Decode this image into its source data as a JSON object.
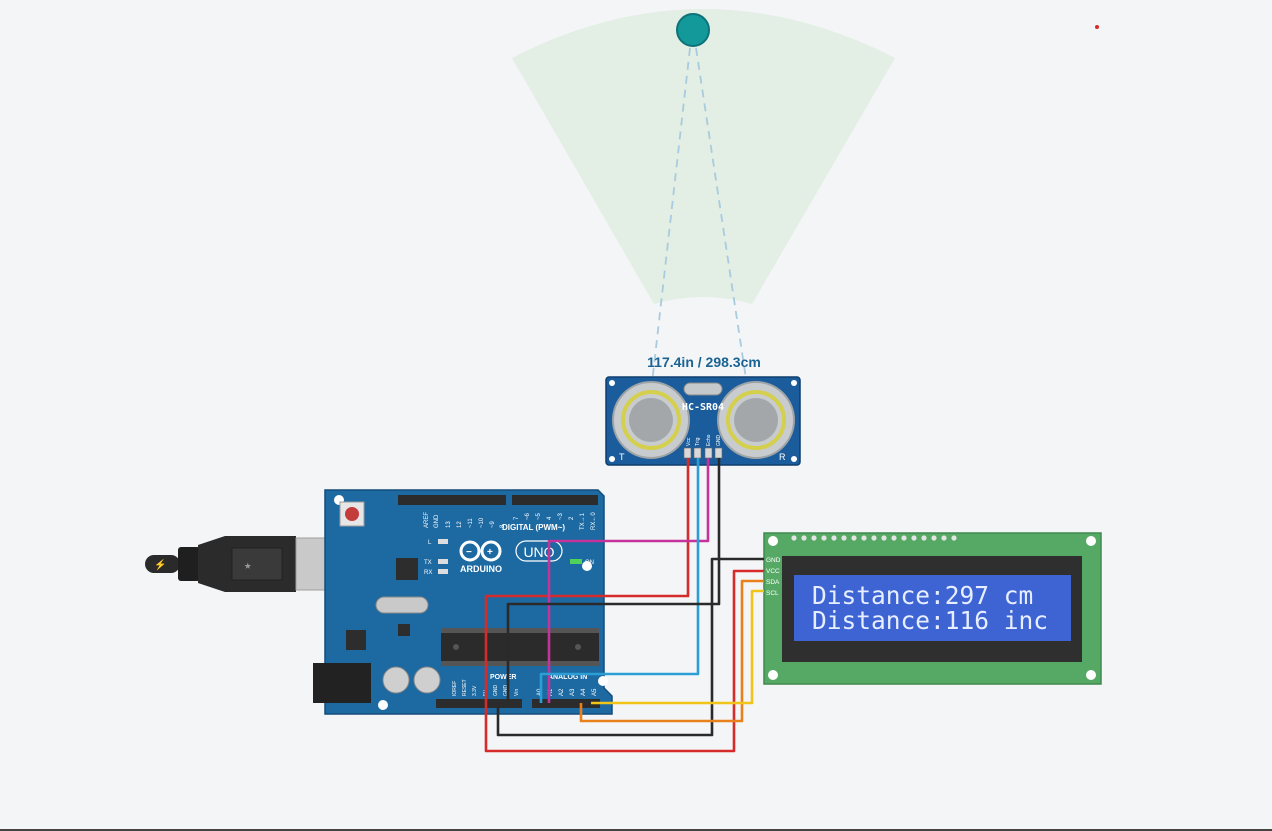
{
  "sensor": {
    "reading": "117.4in / 298.3cm",
    "model": "HC-SR04",
    "left_mark": "T",
    "right_mark": "R",
    "pins": [
      "Vcc",
      "Trig",
      "Echo",
      "GND"
    ]
  },
  "arduino": {
    "brand": "ARDUINO",
    "model": "UNO",
    "digital_label": "DIGITAL (PWM~)",
    "on_label": "ON",
    "l_label": "L",
    "tx_label": "TX",
    "rx_label": "RX",
    "power_label": "POWER",
    "analog_label": "ANALOG IN",
    "top_pins": [
      "AREF",
      "GND",
      "13",
      "12",
      "~11",
      "~10",
      "~9",
      "8",
      "7",
      "~6",
      "~5",
      "4",
      "~3",
      "2",
      "TX→1",
      "RX←0"
    ],
    "power_pins": [
      "IOREF",
      "RESET",
      "3.3V",
      "5V",
      "GND",
      "GND",
      "Vin"
    ],
    "analog_pins": [
      "A0",
      "A1",
      "A2",
      "A3",
      "A4",
      "A5"
    ]
  },
  "lcd": {
    "pins": [
      "GND",
      "VCC",
      "SDA",
      "SCL"
    ],
    "line1": "Distance:297 cm",
    "line2": "Distance:116 inc"
  },
  "colors": {
    "background": "#f4f5f7",
    "board_blue": "#1d6aa3",
    "sensor_blue": "#1b5d9c",
    "lcd_green": "#55a964",
    "lcd_screen": "#3e64d4",
    "lcd_text": "#e7eeff",
    "detect_zone": "#e3eee4",
    "target": "#14999a",
    "reading_text": "#1a6394",
    "wire_red": "#d62b2b",
    "wire_black": "#2a2a2a",
    "wire_magenta": "#c3339a",
    "wire_blue": "#2c9ed6",
    "wire_yellow": "#f0c419",
    "wire_orange": "#e8801b"
  }
}
